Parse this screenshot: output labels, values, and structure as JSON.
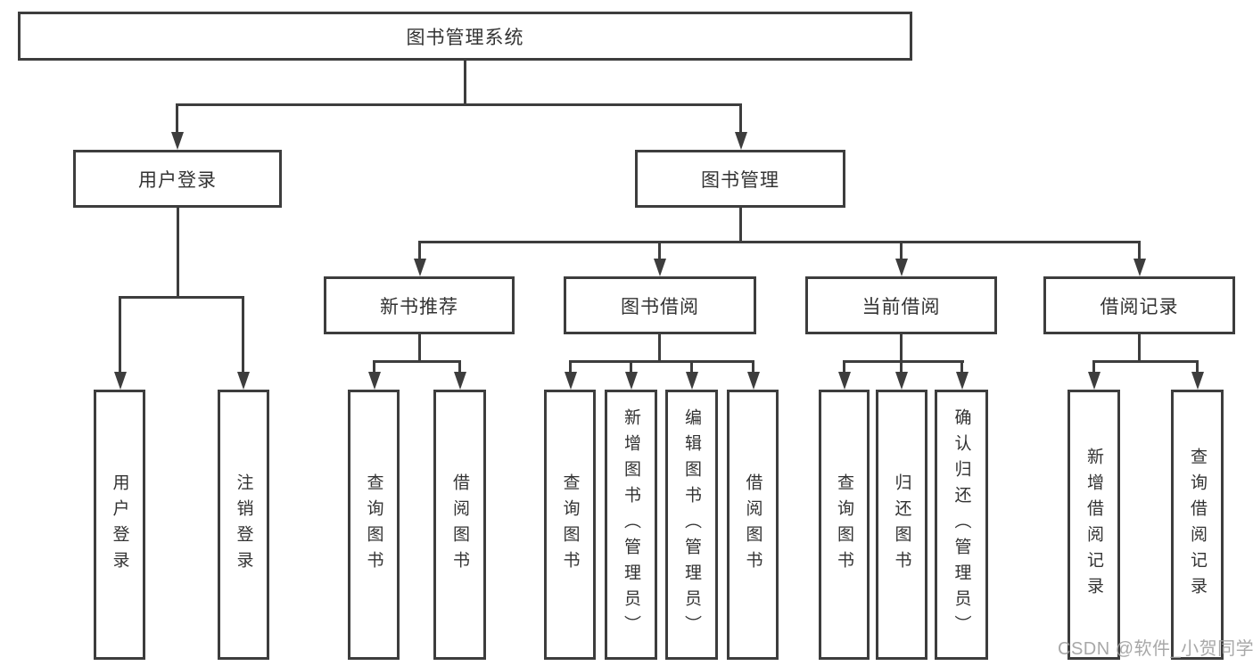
{
  "tree": {
    "root": {
      "label": "图书管理系统"
    },
    "level1": [
      {
        "label": "用户登录"
      },
      {
        "label": "图书管理"
      }
    ],
    "level2": [
      {
        "label": "新书推荐"
      },
      {
        "label": "图书借阅"
      },
      {
        "label": "当前借阅"
      },
      {
        "label": "借阅记录"
      }
    ],
    "leaves": {
      "userLogin": [
        {
          "label": "用户登录"
        },
        {
          "label": "注销登录"
        }
      ],
      "newBookRec": [
        {
          "label": "查询图书"
        },
        {
          "label": "借阅图书"
        }
      ],
      "bookBorrow": [
        {
          "label": "查询图书"
        },
        {
          "label": "新增图书（管理员）"
        },
        {
          "label": "编辑图书（管理员）"
        },
        {
          "label": "借阅图书"
        }
      ],
      "currentBorrow": [
        {
          "label": "查询图书"
        },
        {
          "label": "归还图书"
        },
        {
          "label": "确认归还（管理员）"
        }
      ],
      "borrowRecords": [
        {
          "label": "新增借阅记录"
        },
        {
          "label": "查询借阅记录"
        }
      ]
    }
  },
  "watermark": {
    "text": "CSDN @软件_小贺同学"
  },
  "colors": {
    "line": "#3d3d3d",
    "text": "#333333",
    "watermark": "#9e9e9e",
    "background": "#ffffff"
  }
}
